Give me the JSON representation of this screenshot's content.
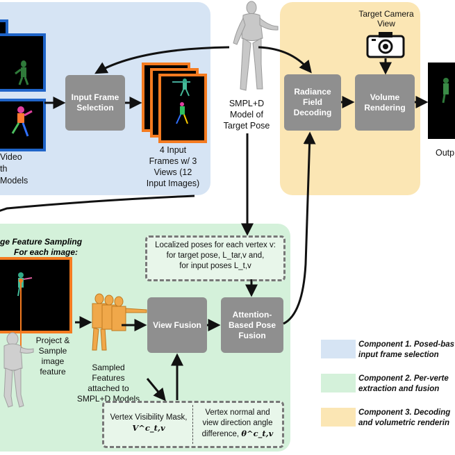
{
  "nodes": {
    "input_frame_selection": "Input Frame Selection",
    "radiance_field_decoding": "Radiance Field Decoding",
    "volume_rendering": "Volume Rendering",
    "view_fusion": "View Fusion",
    "attention_fusion": "Attention-Based Pose Fusion"
  },
  "labels": {
    "input_video": "Video",
    "input_video_line2": "th",
    "input_video_line3": "Models",
    "input_frames": "4 Input Frames w/ 3 Views (12 Input Images)",
    "smpl_target": "SMPL+D Model of Target Pose",
    "target_camera": "Target Camera View",
    "output": "Outp",
    "sampling_title": "ge Feature Sampling",
    "sampling_subtitle": "For each image:",
    "project_sample": "Project & Sample image feature",
    "sampled_features": "Sampled Features attached to SMPL+D Models"
  },
  "localized_poses": {
    "line1": "Localized poses for each vertex v:",
    "line2": "for target pose, L_tar,v and,",
    "line3": "for input poses L_t,v"
  },
  "visibility": {
    "text": "Vertex Visibility Mask,",
    "symbol": "V^c_t,v"
  },
  "normal_angle": {
    "line1": "Vertex normal and",
    "line2": "view direction angle",
    "line3": "difference,",
    "symbol": "θ^c_t,v"
  },
  "legend": [
    {
      "line1": "Component 1. Posed-bas",
      "line2": "input frame selection",
      "color": "#d6e4f4"
    },
    {
      "line1": "Component 2. Per-verte",
      "line2": "extraction and fusion",
      "color": "#d4f1da"
    },
    {
      "line1": "Component 3. Decoding",
      "line2": "and volumetric renderin",
      "color": "#fbe6b4"
    }
  ],
  "colors": {
    "blue_region": "#d6e4f4",
    "green_region": "#d4f1da",
    "yellow_region": "#fbe6b4",
    "box_gray": "#8f8f8f",
    "frame_blue": "#1f64c8",
    "frame_orange": "#f47b20"
  }
}
